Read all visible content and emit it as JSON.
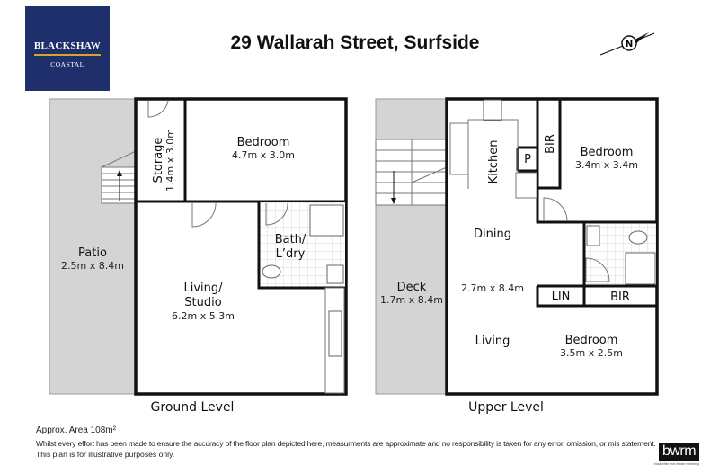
{
  "logo": {
    "brand": "BLACKSHAW",
    "sub": "COASTAL",
    "colors": {
      "background": "#1f2f6b",
      "rule": "#d9a42a"
    }
  },
  "title": "29 Wallarah Street, Surfside",
  "compass": {
    "icon": "north-compass-icon",
    "letter": "N"
  },
  "ground": {
    "level_label": "Ground Level",
    "patio": {
      "name": "Patio",
      "size": "2.5m x 8.4m"
    },
    "storage": {
      "name": "Storage",
      "size": "1.4m x 3.0m"
    },
    "bedroom": {
      "name": "Bedroom",
      "size": "4.7m x 3.0m"
    },
    "bath": {
      "line1": "Bath/",
      "line2": "L’dry"
    },
    "living": {
      "line1": "Living/",
      "line2": "Studio",
      "size": "6.2m x 5.3m"
    }
  },
  "upper": {
    "level_label": "Upper Level",
    "deck": {
      "name": "Deck",
      "size": "1.7m x 8.4m"
    },
    "kitchen": "Kitchen",
    "pantry": "P",
    "bir1": "BIR",
    "bedroom1": {
      "name": "Bedroom",
      "size": "3.4m x 3.4m"
    },
    "dining": "Dining",
    "living_size": "2.7m x 8.4m",
    "living": "Living",
    "lin": "LIN",
    "bir2": "BIR",
    "bedroom2": {
      "name": "Bedroom",
      "size": "3.5m x 2.5m"
    }
  },
  "footer": {
    "area": "Approx. Area 108m²",
    "disclaimer_1": "Whilst every effort has been made to ensure the accuracy of the floor plan depicted here, measurments are approximate and no responsibility is taken for any error, omission, or mis statement.",
    "disclaimer_2": "This plan is for illustrative purposes only.",
    "brand": "bwrm",
    "brand_sub": "blackwhite real estate marketing"
  },
  "colors": {
    "outdoor_fill": "#d4d4d4",
    "tile": "#e6e6e6"
  }
}
